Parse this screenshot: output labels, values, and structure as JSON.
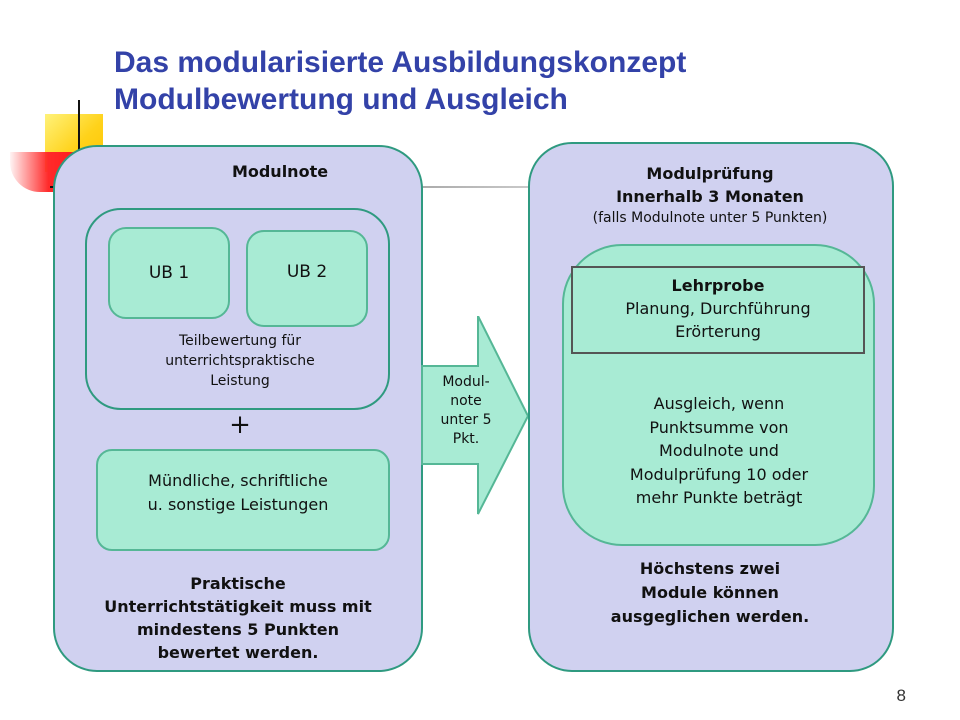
{
  "title": {
    "line1": "Das modularisierte Ausbildungskonzept",
    "line2": "Modulbewertung und Ausgleich"
  },
  "left": {
    "heading": "Modulnote",
    "ub1": "UB 1",
    "ub2": "UB 2",
    "teil": [
      "Teilbewertung für",
      "unterrichtspraktische",
      "Leistung"
    ],
    "plus": "+",
    "muendlich": [
      "Mündliche, schriftliche",
      "u. sonstige Leistungen"
    ],
    "footer": [
      "Praktische",
      "Unterrichtstätigkeit muss mit",
      "mindestens 5 Punkten",
      "bewertet werden."
    ]
  },
  "arrow": {
    "lines": [
      "Modul-",
      "note",
      "unter 5",
      "Pkt."
    ]
  },
  "right": {
    "heading": "Modulprüfung",
    "sub": "Innerhalb 3 Monaten",
    "note": "(falls Modulnote unter 5 Punkten)",
    "lehrprobe": {
      "title": "Lehrprobe",
      "lines": [
        "Planung, Durchführung",
        "Erörterung"
      ]
    },
    "ausgleich": [
      "Ausgleich, wenn",
      "Punktsumme von",
      "Modulnote und",
      "Modulprüfung  10 oder",
      "mehr Punkte beträgt"
    ],
    "footer": [
      "Höchstens zwei",
      "Module können",
      "ausgeglichen werden."
    ]
  },
  "page_number": "8"
}
